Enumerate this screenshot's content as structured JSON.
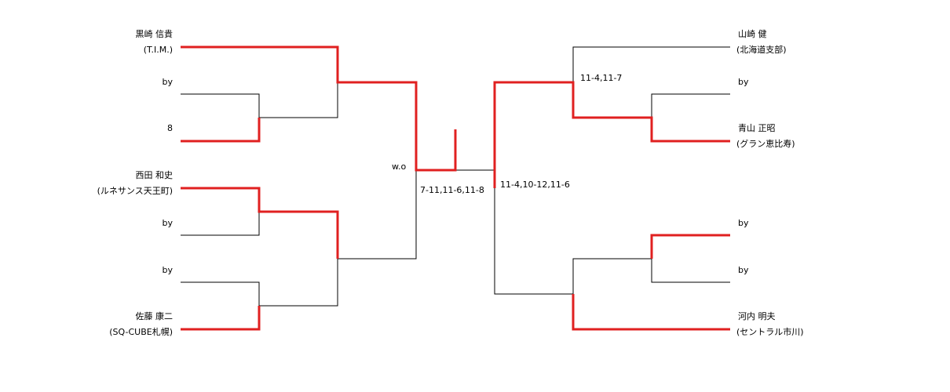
{
  "colors": {
    "win": "#e02020",
    "line": "#000000"
  },
  "left_entries": [
    {
      "name": "黒崎 信貴",
      "club": "(T.I.M.)"
    },
    {
      "name": "by",
      "club": ""
    },
    {
      "name": "8",
      "club": ""
    },
    {
      "name": "西田 和史",
      "club": "(ルネサンス天王町)"
    },
    {
      "name": "by",
      "club": ""
    },
    {
      "name": "by",
      "club": ""
    },
    {
      "name": "佐藤 康二",
      "club": "(SQ-CUBE札幌)"
    }
  ],
  "right_entries": [
    {
      "name": "山崎 健",
      "club": "(北海道支部)"
    },
    {
      "name": "by",
      "club": ""
    },
    {
      "name": "青山 正昭",
      "club": "(グラン恵比寿)"
    },
    {
      "name": "by",
      "club": ""
    },
    {
      "name": "by",
      "club": ""
    },
    {
      "name": "河内 明夫",
      "club": "(セントラル市川)"
    }
  ],
  "scores": {
    "left_semi": "w.o",
    "final": "7-11,11-6,11-8",
    "right_semi": "11-4,10-12,11-6",
    "right_qf": "11-4,11-7"
  }
}
